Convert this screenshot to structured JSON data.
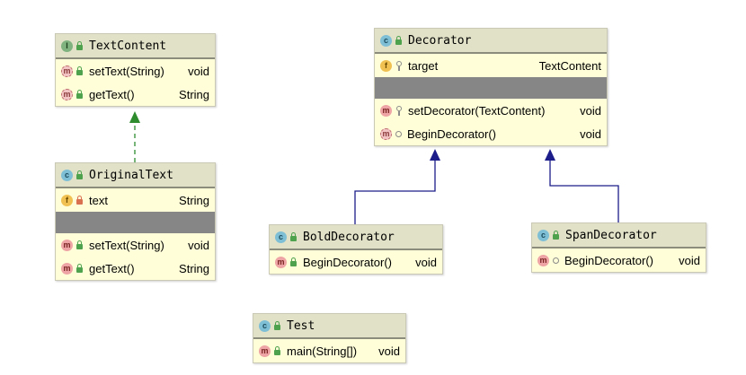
{
  "classes": {
    "text_content": {
      "badge": "I",
      "name": "TextContent",
      "methods": [
        {
          "badge": "m",
          "name": "setText(String)",
          "type": "void"
        },
        {
          "badge": "m",
          "name": "getText()",
          "type": "String"
        }
      ]
    },
    "original_text": {
      "badge": "c",
      "name": "OriginalText",
      "fields": [
        {
          "badge": "f",
          "name": "text",
          "type": "String"
        }
      ],
      "methods": [
        {
          "badge": "m",
          "name": "setText(String)",
          "type": "void"
        },
        {
          "badge": "m",
          "name": "getText()",
          "type": "String"
        }
      ]
    },
    "decorator": {
      "badge": "c",
      "name": "Decorator",
      "fields": [
        {
          "badge": "f",
          "name": "target",
          "type": "TextContent"
        }
      ],
      "methods": [
        {
          "badge": "m",
          "name": "setDecorator(TextContent)",
          "type": "void"
        },
        {
          "badge": "m",
          "name": "BeginDecorator()",
          "type": "void"
        }
      ]
    },
    "bold_decorator": {
      "badge": "c",
      "name": "BoldDecorator",
      "methods": [
        {
          "badge": "m",
          "name": "BeginDecorator()",
          "type": "void"
        }
      ]
    },
    "span_decorator": {
      "badge": "c",
      "name": "SpanDecorator",
      "methods": [
        {
          "badge": "m",
          "name": "BeginDecorator()",
          "type": "void"
        }
      ]
    },
    "test": {
      "badge": "c",
      "name": "Test",
      "methods": [
        {
          "badge": "m",
          "name": "main(String[])",
          "type": "void"
        }
      ]
    }
  },
  "colors": {
    "box_fill": "#fffed8",
    "header_fill": "#e1e1c8",
    "implements_edge": "#2e8b2e",
    "extends_edge": "#1c1c8a"
  }
}
